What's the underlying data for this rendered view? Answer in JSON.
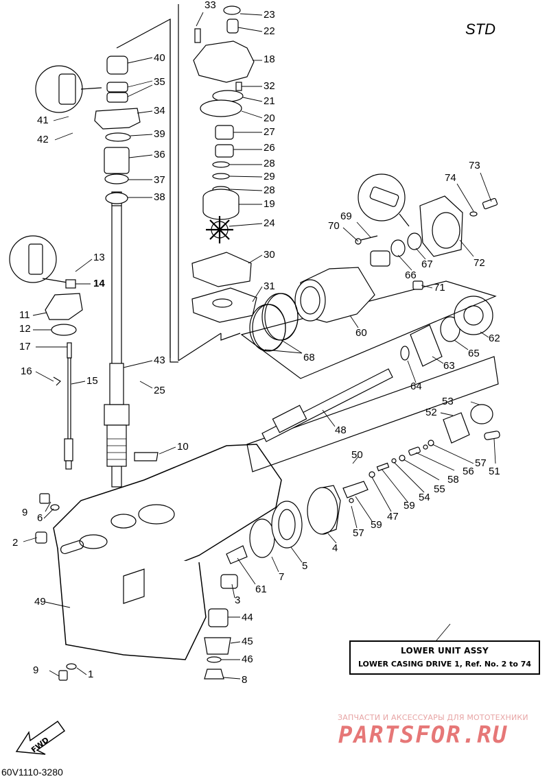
{
  "header": {
    "variant": "STD"
  },
  "callouts": [
    "33",
    "23",
    "22",
    "18",
    "32",
    "21",
    "20",
    "27",
    "26",
    "28",
    "29",
    "28",
    "19",
    "24",
    "30",
    "31",
    "40",
    "35",
    "34",
    "39",
    "36",
    "37",
    "38",
    "41",
    "42",
    "13",
    "14",
    "11",
    "12",
    "17",
    "16",
    "15",
    "43",
    "25",
    "10",
    "73",
    "74",
    "69",
    "70",
    "67",
    "66",
    "71",
    "72",
    "60",
    "68",
    "62",
    "65",
    "63",
    "64",
    "48",
    "53",
    "52",
    "57",
    "51",
    "56",
    "58",
    "55",
    "54",
    "59",
    "50",
    "59",
    "57",
    "47",
    "4",
    "5",
    "7",
    "9",
    "6",
    "2",
    "49",
    "61",
    "3",
    "44",
    "45",
    "46",
    "8",
    "9",
    "1"
  ],
  "assembly": {
    "title": "LOWER UNIT ASSY",
    "subtitle": "LOWER CASING DRIVE 1, Ref. No. 2 to 74"
  },
  "watermark": {
    "tagline": "ЗАПЧАСТИ И АКСЕССУАРЫ ДЛЯ МОТОТЕХНИКИ",
    "brand": "PARTSFOR.RU"
  },
  "footer": {
    "fwd": "FWD",
    "drawing_code": "60V1110-3280"
  },
  "colors": {
    "ink": "#000000",
    "watermark": "#e26060"
  }
}
